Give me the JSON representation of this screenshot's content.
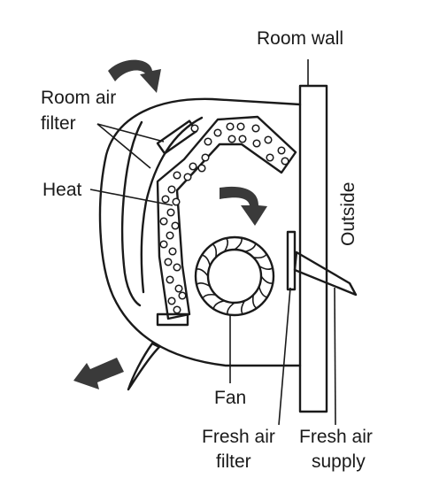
{
  "labels": {
    "room_wall": "Room wall",
    "room_air_filter_line1": "Room air",
    "room_air_filter_line2": "filter",
    "heat": "Heat",
    "outside": "Outside",
    "fan": "Fan",
    "fresh_air_filter_line1": "Fresh air",
    "fresh_air_filter_line2": "filter",
    "fresh_air_supply_line1": "Fresh air",
    "fresh_air_supply_line2": "supply"
  },
  "colors": {
    "ink": "#1a1a1a",
    "arrow": "#3a3a3a",
    "background": "#ffffff"
  },
  "icons": [
    "curved-arrow-icon",
    "down-arrow-icon",
    "outlet-arrow-icon"
  ]
}
